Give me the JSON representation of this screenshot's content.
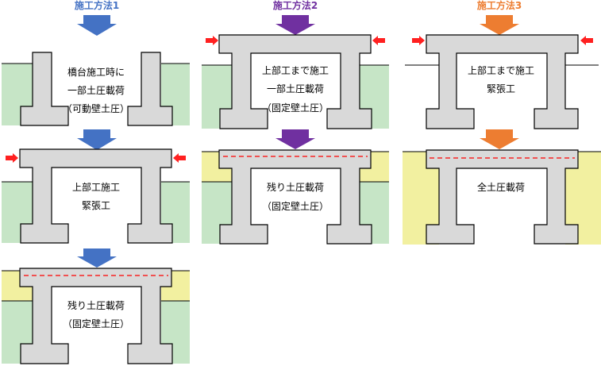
{
  "colors": {
    "concrete": "#d9d9d9",
    "outline": "#000000",
    "ground_green": "#c6e5c6",
    "backfill_yellow": "#f2f0a0",
    "method1": "#4472c4",
    "method2": "#7030a0",
    "method3": "#ed7d31",
    "side_arrow": "#ff2020",
    "dashed_line": "#ff0000"
  },
  "icons": {
    "load_arrow": "down-arrow-icon",
    "prestress_arrow": "right-left-arrow-icon"
  },
  "methods": [
    {
      "title": "施工方法1",
      "steps": [
        {
          "lines": [
            "橋台施工時に",
            "一部土圧載荷",
            "（可動壁土圧）"
          ]
        },
        {
          "lines": [
            "上部工施工",
            "緊張工"
          ]
        },
        {
          "lines": [
            "残り土圧載荷",
            "（固定壁土圧）"
          ]
        }
      ]
    },
    {
      "title": "施工方法2",
      "steps": [
        {
          "lines": [
            "上部工まで施工",
            "一部土圧載荷",
            "（固定壁土圧）"
          ]
        },
        {
          "lines": [
            "残り土圧載荷",
            "（固定壁土圧）"
          ]
        }
      ]
    },
    {
      "title": "施工方法3",
      "steps": [
        {
          "lines": [
            "上部工まで施工",
            "緊張工"
          ]
        },
        {
          "lines": [
            "全土圧載荷"
          ]
        }
      ]
    }
  ]
}
